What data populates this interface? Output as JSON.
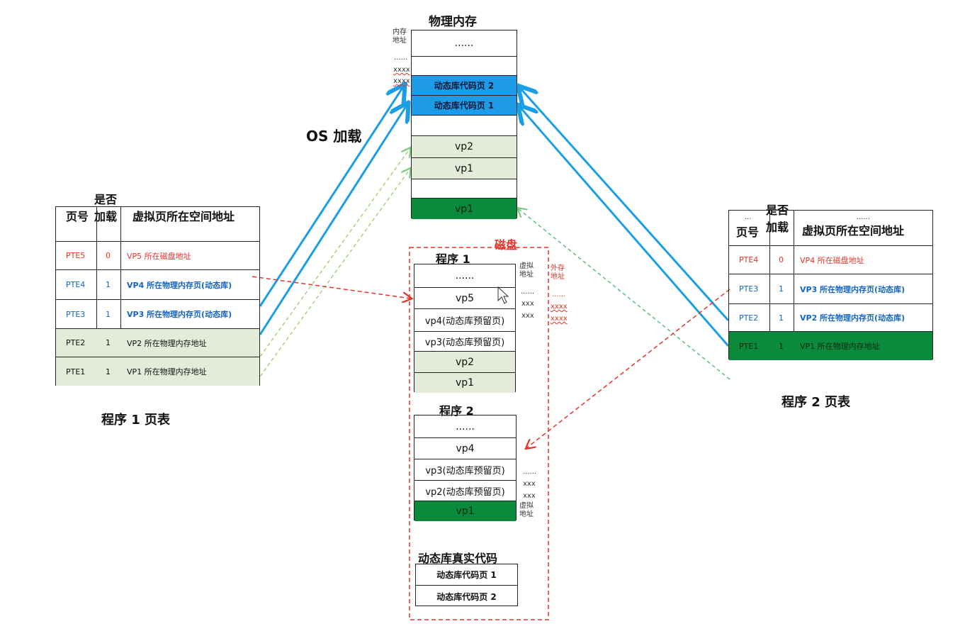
{
  "os_load_label": "OS 加载",
  "physical_memory": {
    "title": "物理内存",
    "side_label": "内存\n地址",
    "side_dots": "......",
    "side_x1": "xxxx",
    "side_x2": "xxxx",
    "cells": [
      "......",
      "",
      "动态库代码页 2",
      "动态库代码页 1",
      "",
      "vp2",
      "vp1",
      "",
      "vp1"
    ]
  },
  "disk": {
    "title": "磁盘",
    "program1": {
      "title": "程序 1",
      "cells": [
        "......",
        "vp5",
        "vp4(动态库预留页)",
        "vp3(动态库预留页)",
        "vp2",
        "vp1"
      ],
      "virt_label": "虚拟\n地址",
      "virt_dots": "......",
      "virt_x1": "xxx",
      "virt_x2": "xxx",
      "ext_label": "外存\n地址",
      "ext_dots": "......",
      "ext_x1": "xxxx",
      "ext_x2": "xxxx"
    },
    "program2": {
      "title": "程序 2",
      "cells": [
        "......",
        "vp4",
        "vp3(动态库预留页)",
        "vp2(动态库预留页)",
        "vp1"
      ],
      "virt_dots": "......",
      "virt_x1": "xxx",
      "virt_x2": "xxx",
      "virt_label": "虚拟\n地址"
    },
    "dynlib": {
      "title": "动态库真实代码",
      "cells": [
        "动态库代码页 1",
        "动态库代码页 2"
      ]
    }
  },
  "table1": {
    "caption": "程序 1 页表",
    "headers": {
      "page": "页号",
      "loaded": "是否\n加载",
      "addr": "虚拟页所在空间地址"
    },
    "rows": [
      {
        "pte": "PTE5",
        "loaded": "0",
        "addr": "VP5 所在磁盘地址"
      },
      {
        "pte": "PTE4",
        "loaded": "1",
        "addr": "VP4 所在物理内存页(动态库)"
      },
      {
        "pte": "PTE3",
        "loaded": "1",
        "addr": "VP3 所在物理内存页(动态库)"
      },
      {
        "pte": "PTE2",
        "loaded": "1",
        "addr": "VP2 所在物理内存地址"
      },
      {
        "pte": "PTE1",
        "loaded": "1",
        "addr": "VP1 所在物理内存地址"
      }
    ]
  },
  "table2": {
    "caption": "程序 2 页表",
    "headers": {
      "dots1": "...",
      "dots2": "......",
      "page": "页号",
      "loaded": "是否\n加载",
      "addr": "虚拟页所在空间地址"
    },
    "rows": [
      {
        "pte": "PTE4",
        "loaded": "0",
        "addr": "VP4 所在磁盘地址"
      },
      {
        "pte": "PTE3",
        "loaded": "1",
        "addr": "VP3 所在物理内存页(动态库)"
      },
      {
        "pte": "PTE2",
        "loaded": "1",
        "addr": "VP2 所在物理内存页(动态库)"
      },
      {
        "pte": "PTE1",
        "loaded": "1",
        "addr": "VP1 所在物理内存地址"
      }
    ]
  },
  "colors": {
    "blue_cell": "#1e9be6",
    "light_green": "#e3ecd8",
    "dark_green": "#0b8a3c",
    "red": "#e8322a",
    "arrow_blue": "#1a9ee6",
    "arrow_green": "#8fd08f"
  }
}
